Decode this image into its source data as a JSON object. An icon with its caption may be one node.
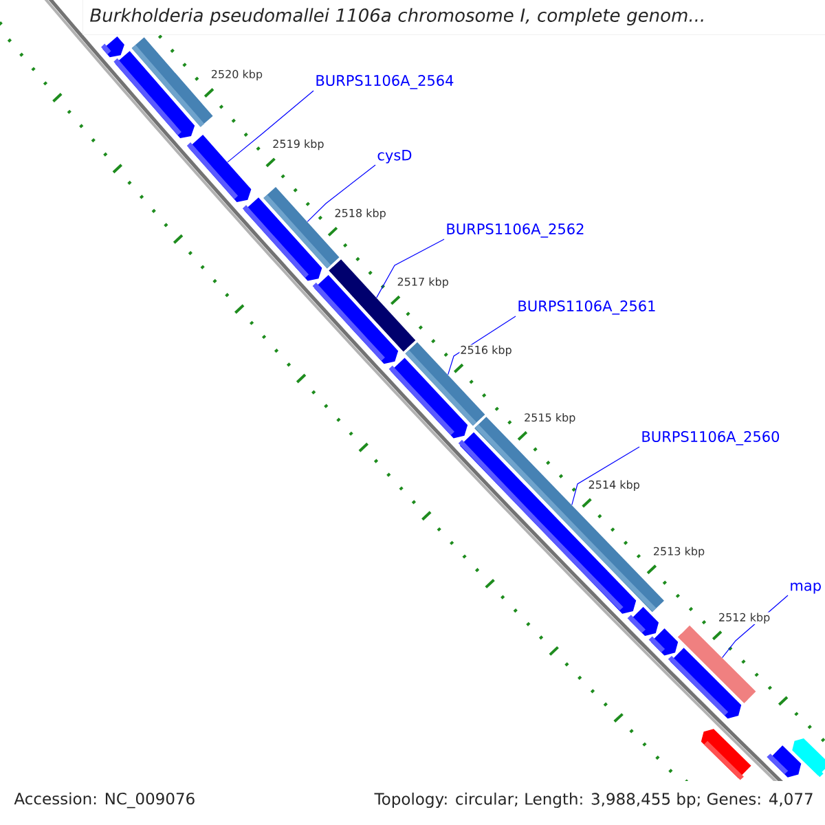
{
  "diagram": {
    "title": "Burkholderia pseudomallei 1106a chromosome I, complete genom...",
    "nodes": [
      {
        "text": [
          "BURPS1106A_2564"
        ]
      },
      {
        "text": [
          "cysD"
        ]
      },
      {
        "text": [
          "BURPS1106A_2562"
        ]
      },
      {
        "text": [
          "BURPS1106A_2561"
        ]
      },
      {
        "text": [
          "BURPS1106A_2560"
        ]
      },
      {
        "text": [
          "map"
        ]
      },
      {
        "text": [],
        "shape": "pentagon"
      },
      {
        "text": [],
        "shape": "pentagon"
      },
      {
        "text": [],
        "shape": "bar"
      },
      {
        "text": [],
        "shape": "pentagon"
      },
      {
        "text": [],
        "shape": "pentagon"
      },
      {
        "text": [],
        "shape": "bar"
      },
      {
        "text": [],
        "shape": "pentagon"
      },
      {
        "text": [],
        "shape": "bar"
      },
      {
        "text": [],
        "shape": "pentagon"
      },
      {
        "text": [],
        "shape": "bar"
      },
      {
        "text": [],
        "shape": "pentagon"
      },
      {
        "text": [],
        "shape": "bar"
      },
      {
        "text": [],
        "shape": "pentagon"
      },
      {
        "text": [],
        "shape": "pentagon"
      },
      {
        "text": [],
        "shape": "bar"
      },
      {
        "text": [],
        "shape": "pentagon"
      },
      {
        "text": [],
        "shape": "pentagon"
      },
      {
        "text": [],
        "shape": "pentagon"
      },
      {
        "text": [],
        "shape": "pentagon"
      }
    ],
    "edges": [
      {
        "from": 0,
        "to": 9,
        "arrow": "none"
      },
      {
        "from": 1,
        "to": 11,
        "arrow": "none"
      },
      {
        "from": 2,
        "to": 13,
        "arrow": "none"
      },
      {
        "from": 3,
        "to": 15,
        "arrow": "none"
      },
      {
        "from": 4,
        "to": 17,
        "arrow": "none"
      },
      {
        "from": 5,
        "to": 20,
        "arrow": "none"
      }
    ],
    "labels": [
      "2520 kbp",
      "2519 kbp",
      "2518 kbp",
      "2517 kbp",
      "2516 kbp",
      "2515 kbp",
      "2514 kbp",
      "2513 kbp",
      "2512 kbp",
      "Accession: NC_009076",
      "Topology: circular; Length: 3,988,455 bp; Genes: 4,077"
    ]
  }
}
